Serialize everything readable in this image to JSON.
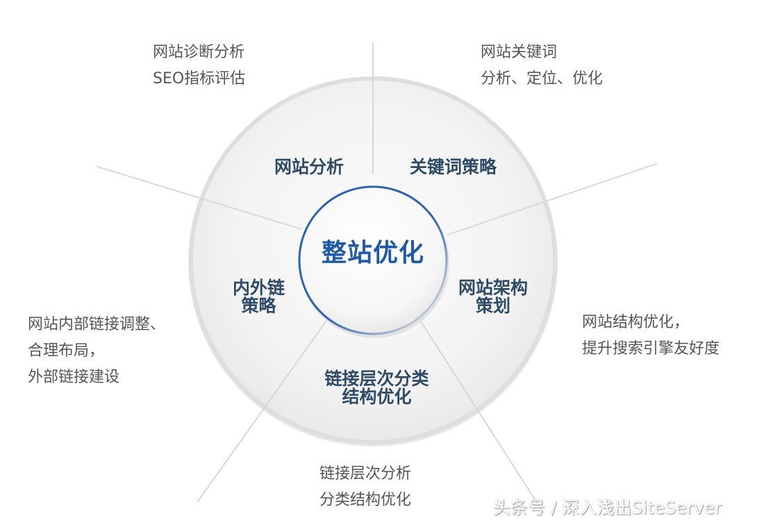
{
  "diagram": {
    "center": {
      "title": "整站优化"
    },
    "segments": [
      {
        "label_lines": [
          "网站分析"
        ]
      },
      {
        "label_lines": [
          "关键词策略"
        ]
      },
      {
        "label_lines": [
          "网站架构",
          "策划"
        ]
      },
      {
        "label_lines": [
          "链接层次分类",
          "结构优化"
        ]
      },
      {
        "label_lines": [
          "内外链",
          "策略"
        ]
      }
    ],
    "descriptions": [
      {
        "lines": [
          "网站诊断分析",
          "SEO指标评估"
        ]
      },
      {
        "lines": [
          "网站关键词",
          "分析、定位、优化"
        ]
      },
      {
        "lines": [
          "网站结构优化，",
          "提升搜索引擎友好度"
        ]
      },
      {
        "lines": [
          "链接层次分析",
          "分类结构优化"
        ]
      },
      {
        "lines": [
          "网站内部链接调整、",
          "合理布局，",
          "外部链接建设"
        ]
      }
    ],
    "colors": {
      "center_text": "#1f5aa8",
      "center_ring": "#2b63b3",
      "segment_text": "#2d4a66",
      "description_text": "#555555",
      "ring_fill": "#f2f2f2"
    }
  },
  "watermark": "头条号 / 深入浅出SiteServer"
}
